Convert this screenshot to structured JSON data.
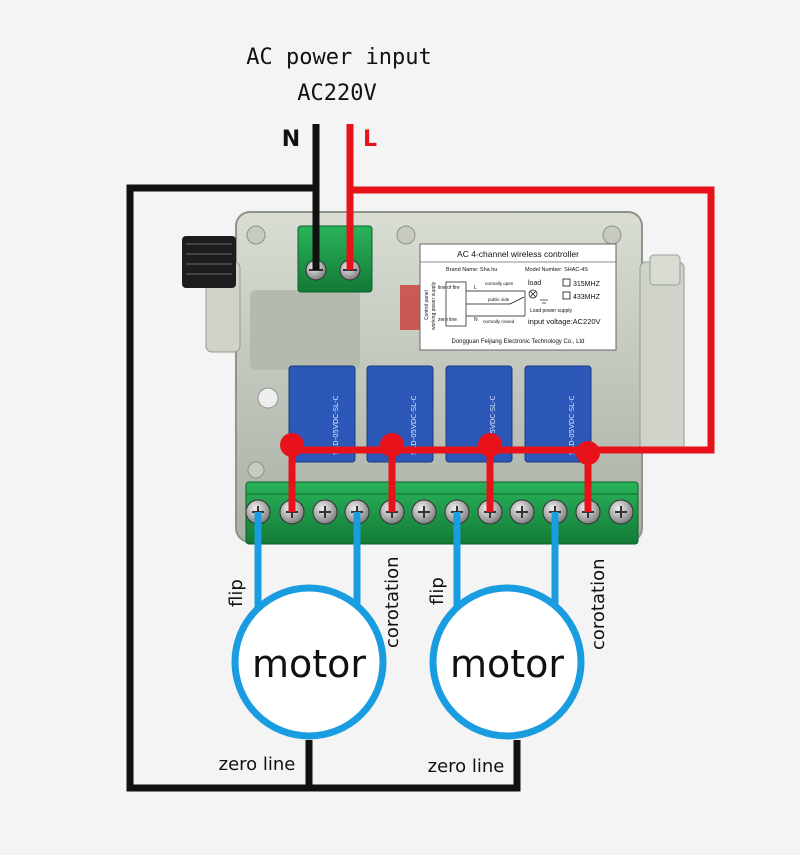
{
  "header": {
    "power_title": "AC power  input",
    "voltage": "AC220V",
    "neutral_label": "N",
    "live_label": "L"
  },
  "label_panel": {
    "title": "AC 4-channel wireless controller",
    "brand": "Brand Name: Sha hu",
    "model": "Model Number: SHAC-4S",
    "side_text_1": "Control panel",
    "side_text_2": "working power supply",
    "line_of_fire": "line of fire",
    "l_mark": "L",
    "zero_line": "zero line",
    "n_mark": "N",
    "normally_open": "normally open",
    "public_side": "public side",
    "normally_closed": "normally closed",
    "load": "load",
    "freq_1": "315MHZ",
    "freq_2": "433MHZ",
    "load_power": "Load power supply",
    "input_voltage": "input voltage:AC220V",
    "manufacturer": "Dongguan Feijiang Electronic Technology Co., Ltd"
  },
  "relays": [
    {
      "text": "SRD-05VDC-SL-C"
    },
    {
      "text": "SRD-05VDC-SL-C"
    },
    {
      "text": "SRD-05VDC-SL-C"
    },
    {
      "text": "SRD-05VDC-SL-C"
    }
  ],
  "motors": [
    {
      "label": "motor",
      "flip": "flip",
      "corotation": "corotation",
      "zero_line": "zero line"
    },
    {
      "label": "motor",
      "flip": "flip",
      "corotation": "corotation",
      "zero_line": "zero line"
    }
  ],
  "colors": {
    "neutral": "#111111",
    "live": "#e8121b",
    "motor_wire": "#1a9de0",
    "board": "#bfc4b8",
    "terminal_green": "#1e9a4a"
  }
}
